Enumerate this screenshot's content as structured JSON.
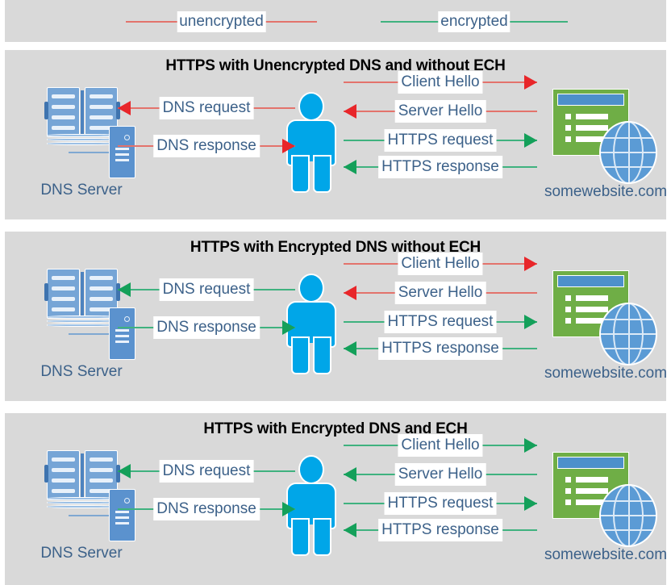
{
  "legend": {
    "items": [
      {
        "label": "unencrypted",
        "color": "#E3736C",
        "name": "legend-unencrypted"
      },
      {
        "label": "encrypted",
        "color": "#3FB27F",
        "name": "legend-encrypted"
      }
    ]
  },
  "colors": {
    "panel_background": "#d9d9d9",
    "page_background": "#ffffff",
    "unencrypted_line": "#E3736C",
    "unencrypted_arrow": "#E8262A",
    "encrypted_line": "#3FB27F",
    "encrypted_arrow": "#14A05A",
    "label_text": "#3C6189",
    "title_text": "#000000",
    "person": "#00A6E8",
    "website_window": "#6FAE46",
    "website_titlebar": "#4D90CB",
    "globe": "#5B9BD5",
    "book": "#76A5D6",
    "server_tower": "#5B92CE"
  },
  "panels": [
    {
      "title": "HTTPS with Unencrypted DNS and without ECH",
      "dns_label": "DNS Server",
      "site_label": "somewebsite.com",
      "flows": [
        {
          "label": "Client Hello",
          "encrypted": false,
          "direction": "right",
          "side": "right"
        },
        {
          "label": "DNS request",
          "encrypted": false,
          "direction": "left",
          "side": "left"
        },
        {
          "label": "Server Hello",
          "encrypted": false,
          "direction": "left",
          "side": "right"
        },
        {
          "label": "HTTPS request",
          "encrypted": true,
          "direction": "right",
          "side": "right"
        },
        {
          "label": "DNS response",
          "encrypted": false,
          "direction": "right",
          "side": "left"
        },
        {
          "label": "HTTPS response",
          "encrypted": true,
          "direction": "left",
          "side": "right"
        }
      ]
    },
    {
      "title": "HTTPS with Encrypted DNS without ECH",
      "dns_label": "DNS Server",
      "site_label": "somewebsite.com",
      "flows": [
        {
          "label": "Client Hello",
          "encrypted": false,
          "direction": "right",
          "side": "right"
        },
        {
          "label": "DNS request",
          "encrypted": true,
          "direction": "left",
          "side": "left"
        },
        {
          "label": "Server Hello",
          "encrypted": false,
          "direction": "left",
          "side": "right"
        },
        {
          "label": "HTTPS request",
          "encrypted": true,
          "direction": "right",
          "side": "right"
        },
        {
          "label": "DNS response",
          "encrypted": true,
          "direction": "right",
          "side": "left"
        },
        {
          "label": "HTTPS response",
          "encrypted": true,
          "direction": "left",
          "side": "right"
        }
      ]
    },
    {
      "title": "HTTPS with Encrypted DNS and ECH",
      "dns_label": "DNS Server",
      "site_label": "somewebsite.com",
      "flows": [
        {
          "label": "Client Hello",
          "encrypted": true,
          "direction": "right",
          "side": "right"
        },
        {
          "label": "DNS request",
          "encrypted": true,
          "direction": "left",
          "side": "left"
        },
        {
          "label": "Server Hello",
          "encrypted": true,
          "direction": "left",
          "side": "right"
        },
        {
          "label": "HTTPS request",
          "encrypted": true,
          "direction": "right",
          "side": "right"
        },
        {
          "label": "DNS response",
          "encrypted": true,
          "direction": "right",
          "side": "left"
        },
        {
          "label": "HTTPS response",
          "encrypted": true,
          "direction": "left",
          "side": "right"
        }
      ]
    }
  ]
}
